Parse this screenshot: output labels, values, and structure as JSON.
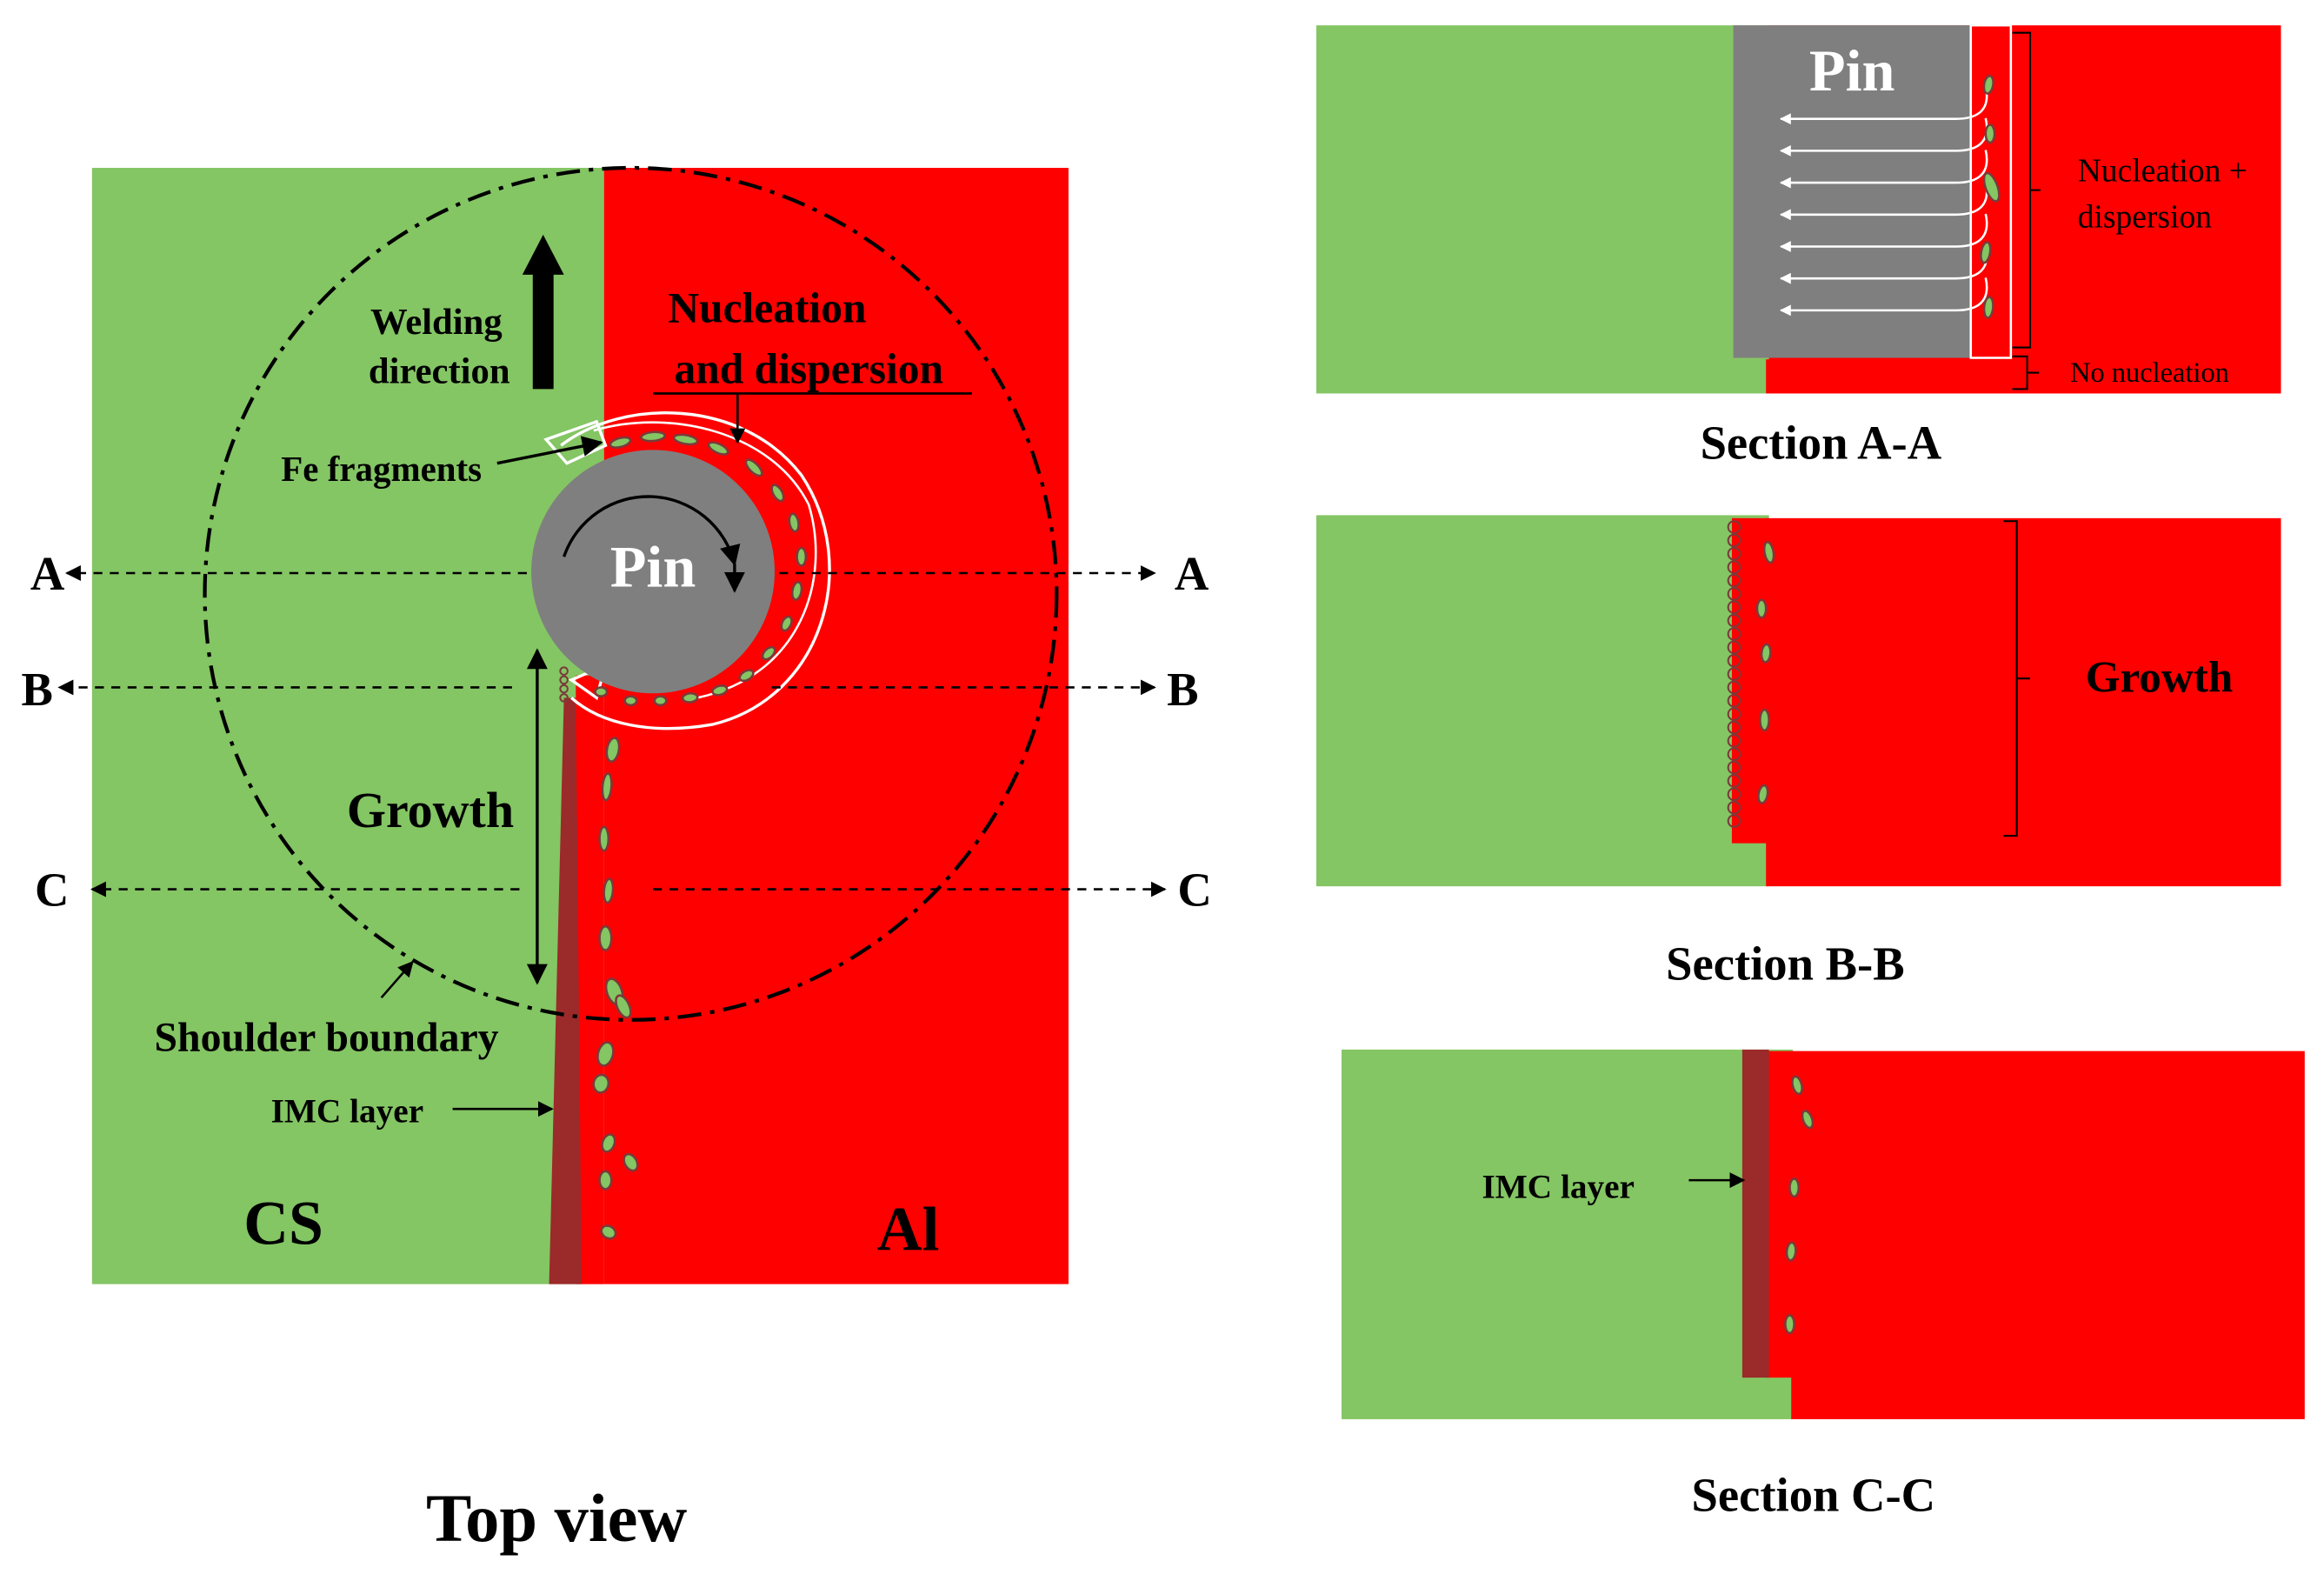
{
  "colors": {
    "cs_green": "#84c564",
    "al_red": "#ff0000",
    "pin_gray": "#7f7f7f",
    "imc_brown": "#9b2a2a",
    "fragment_green": "#84c564",
    "fragment_outline": "#7a3a3a",
    "line_black": "#000000",
    "flow_white": "#ffffff"
  },
  "top_view": {
    "caption": "Top view",
    "cs_label": "CS",
    "al_label": "Al",
    "pin_label": "Pin",
    "welding_direction": [
      "Welding",
      "direction"
    ],
    "nucleation_dispersion": [
      "Nucleation",
      "and dispersion"
    ],
    "fe_fragments": "Fe fragments",
    "growth": "Growth",
    "shoulder_boundary": "Shoulder boundary",
    "imc_layer": "IMC layer",
    "section_marks": [
      "A",
      "B",
      "C"
    ]
  },
  "section_aa": {
    "caption": "Section A-A",
    "pin_label": "Pin",
    "nucleation_dispersion": [
      "Nucleation +",
      "dispersion"
    ],
    "no_nucleation": "No nucleation"
  },
  "section_bb": {
    "caption": "Section B-B",
    "growth": "Growth"
  },
  "section_cc": {
    "caption": "Section C-C",
    "imc_layer": "IMC layer"
  }
}
